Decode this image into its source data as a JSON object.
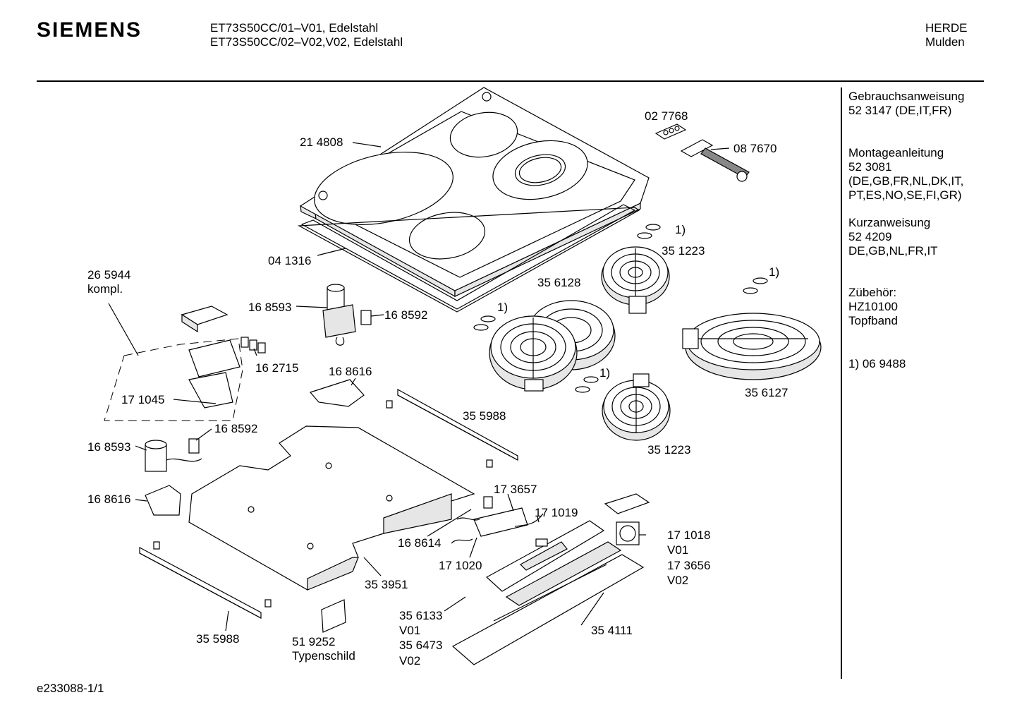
{
  "header": {
    "brand": "SIEMENS",
    "model_line_1": "ET73S50CC/01–V01, Edelstahl",
    "model_line_2": "ET73S50CC/02–V02,V02, Edelstahl",
    "category_line_1": "HERDE",
    "category_line_2": "Mulden"
  },
  "sidebar": {
    "gebrauch_title": "Gebrauchsanweisung",
    "gebrauch_value": "52 3147 (DE,IT,FR)",
    "montage_title": "Montageanleitung",
    "montage_number": "52 3081",
    "montage_langs_1": "(DE,GB,FR,NL,DK,IT,",
    "montage_langs_2": "PT,ES,NO,SE,FI,GR)",
    "kurz_title": "Kurzanweisung",
    "kurz_number": "52 4209",
    "kurz_langs": "DE,GB,NL,FR,IT",
    "zubehoer_title": "Zübehör:",
    "zubehoer_part": "HZ10100",
    "zubehoer_name": "Topfband",
    "footnote": "1) 06 9488"
  },
  "labels": {
    "p214808": "21 4808",
    "p027768": "02 7768",
    "p087670": "08 7670",
    "p041316": "04 1316",
    "p265944": "26 5944",
    "kompl": "kompl.",
    "fn1_a": "1)",
    "fn1_b": "1)",
    "fn1_c": "1)",
    "fn1_d": "1)",
    "p351223_top": "35 1223",
    "p356128": "35 6128",
    "p168593_top": "16 8593",
    "p168592_top": "16 8592",
    "p162715": "16 2715",
    "p168616_top": "16 8616",
    "p171045": "17 1045",
    "p355988_top": "35 5988",
    "p356127": "35 6127",
    "p351223_bottom": "35 1223",
    "p168592_mid": "16 8592",
    "p168593_mid": "16 8593",
    "p168616_mid": "16 8616",
    "p173657": "17 3657",
    "p171019": "17 1019",
    "p168614": "16 8614",
    "p171018": "17 1018",
    "v01_a": "V01",
    "p173656": "17 3656",
    "v02_a": "V02",
    "p171020": "17 1020",
    "p353951": "35 3951",
    "p356133": "35 6133",
    "v01_b": "V01",
    "p356473": "35 6473",
    "v02_b": "V02",
    "p354111": "35 4111",
    "p355988_bottom": "35 5988",
    "p519252": "51 9252",
    "typenschild": "Typenschild"
  },
  "footer": {
    "drawing_id": "e233088-1/1"
  }
}
